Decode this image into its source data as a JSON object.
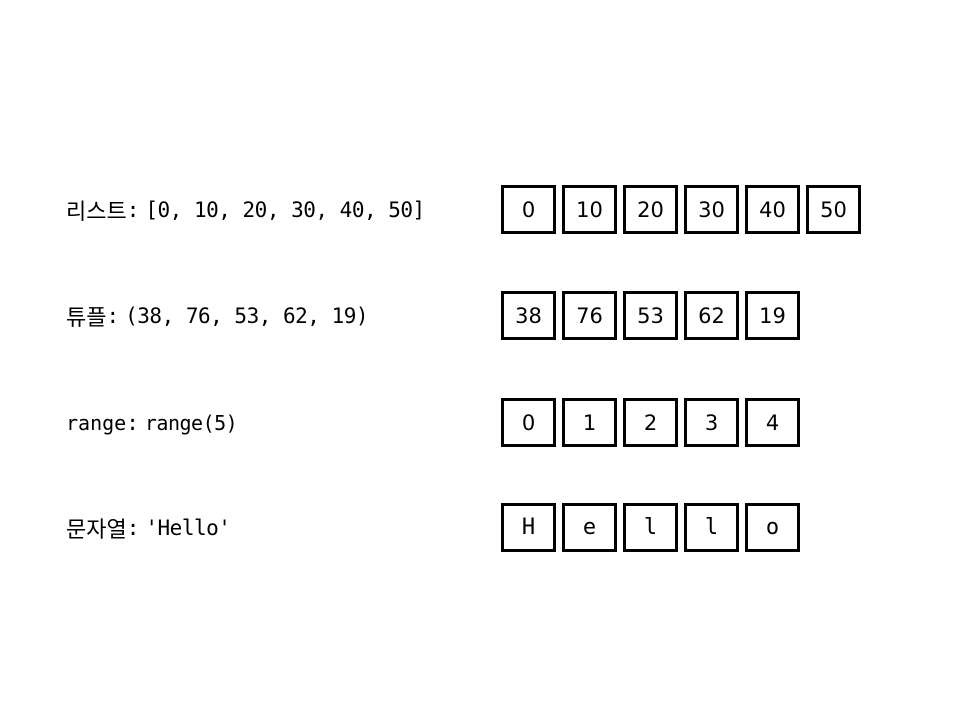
{
  "rows": [
    {
      "name": "리스트",
      "value": "[0, 10, 20, 30, 40, 50]",
      "cells": [
        "0",
        "10",
        "20",
        "30",
        "40",
        "50"
      ]
    },
    {
      "name": "튜플",
      "value": "(38, 76, 53, 62, 19)",
      "cells": [
        "38",
        "76",
        "53",
        "62",
        "19"
      ]
    },
    {
      "name": "range",
      "value": "range(5)",
      "cells": [
        "0",
        "1",
        "2",
        "3",
        "4"
      ]
    },
    {
      "name": "문자열",
      "value": "'Hello'",
      "cells": [
        "H",
        "e",
        "l",
        "l",
        "o"
      ]
    }
  ],
  "separator": ":"
}
